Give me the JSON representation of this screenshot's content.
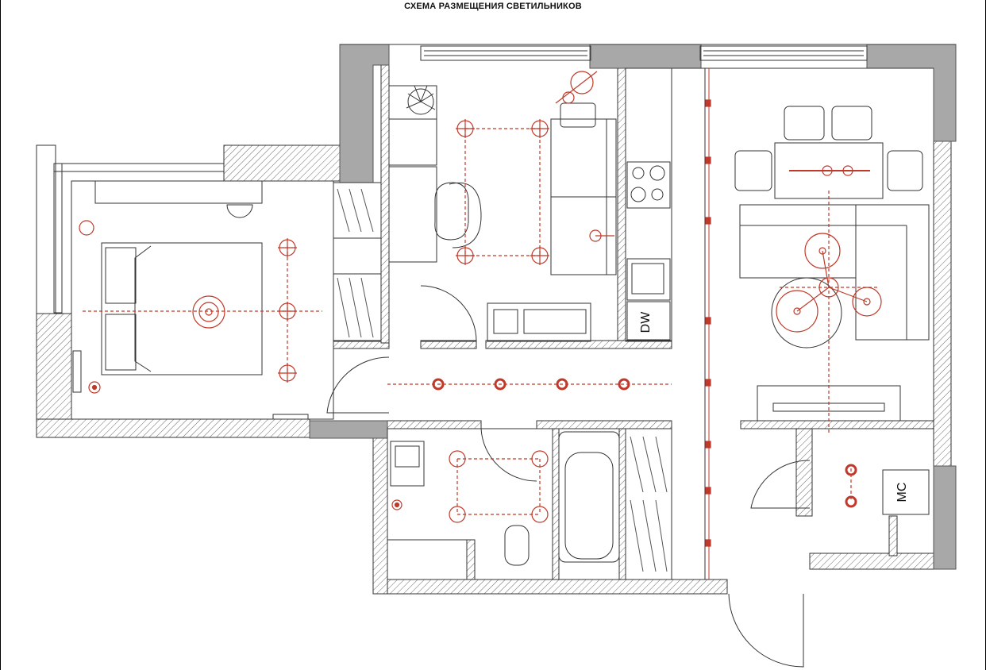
{
  "title": "СХЕМА РАЗМЕЩЕНИЯ СВЕТИЛЬНИКОВ",
  "labels": {
    "dishwasher": "DW",
    "washer": "MC"
  },
  "colors": {
    "walls": "#a8a8a8",
    "hatch": "#555555",
    "lines": "#444444",
    "fixtures": "#c0392b"
  },
  "legend_icons": [
    "downlight-icon",
    "pendant-icon",
    "chandelier-icon",
    "spot-icon"
  ]
}
